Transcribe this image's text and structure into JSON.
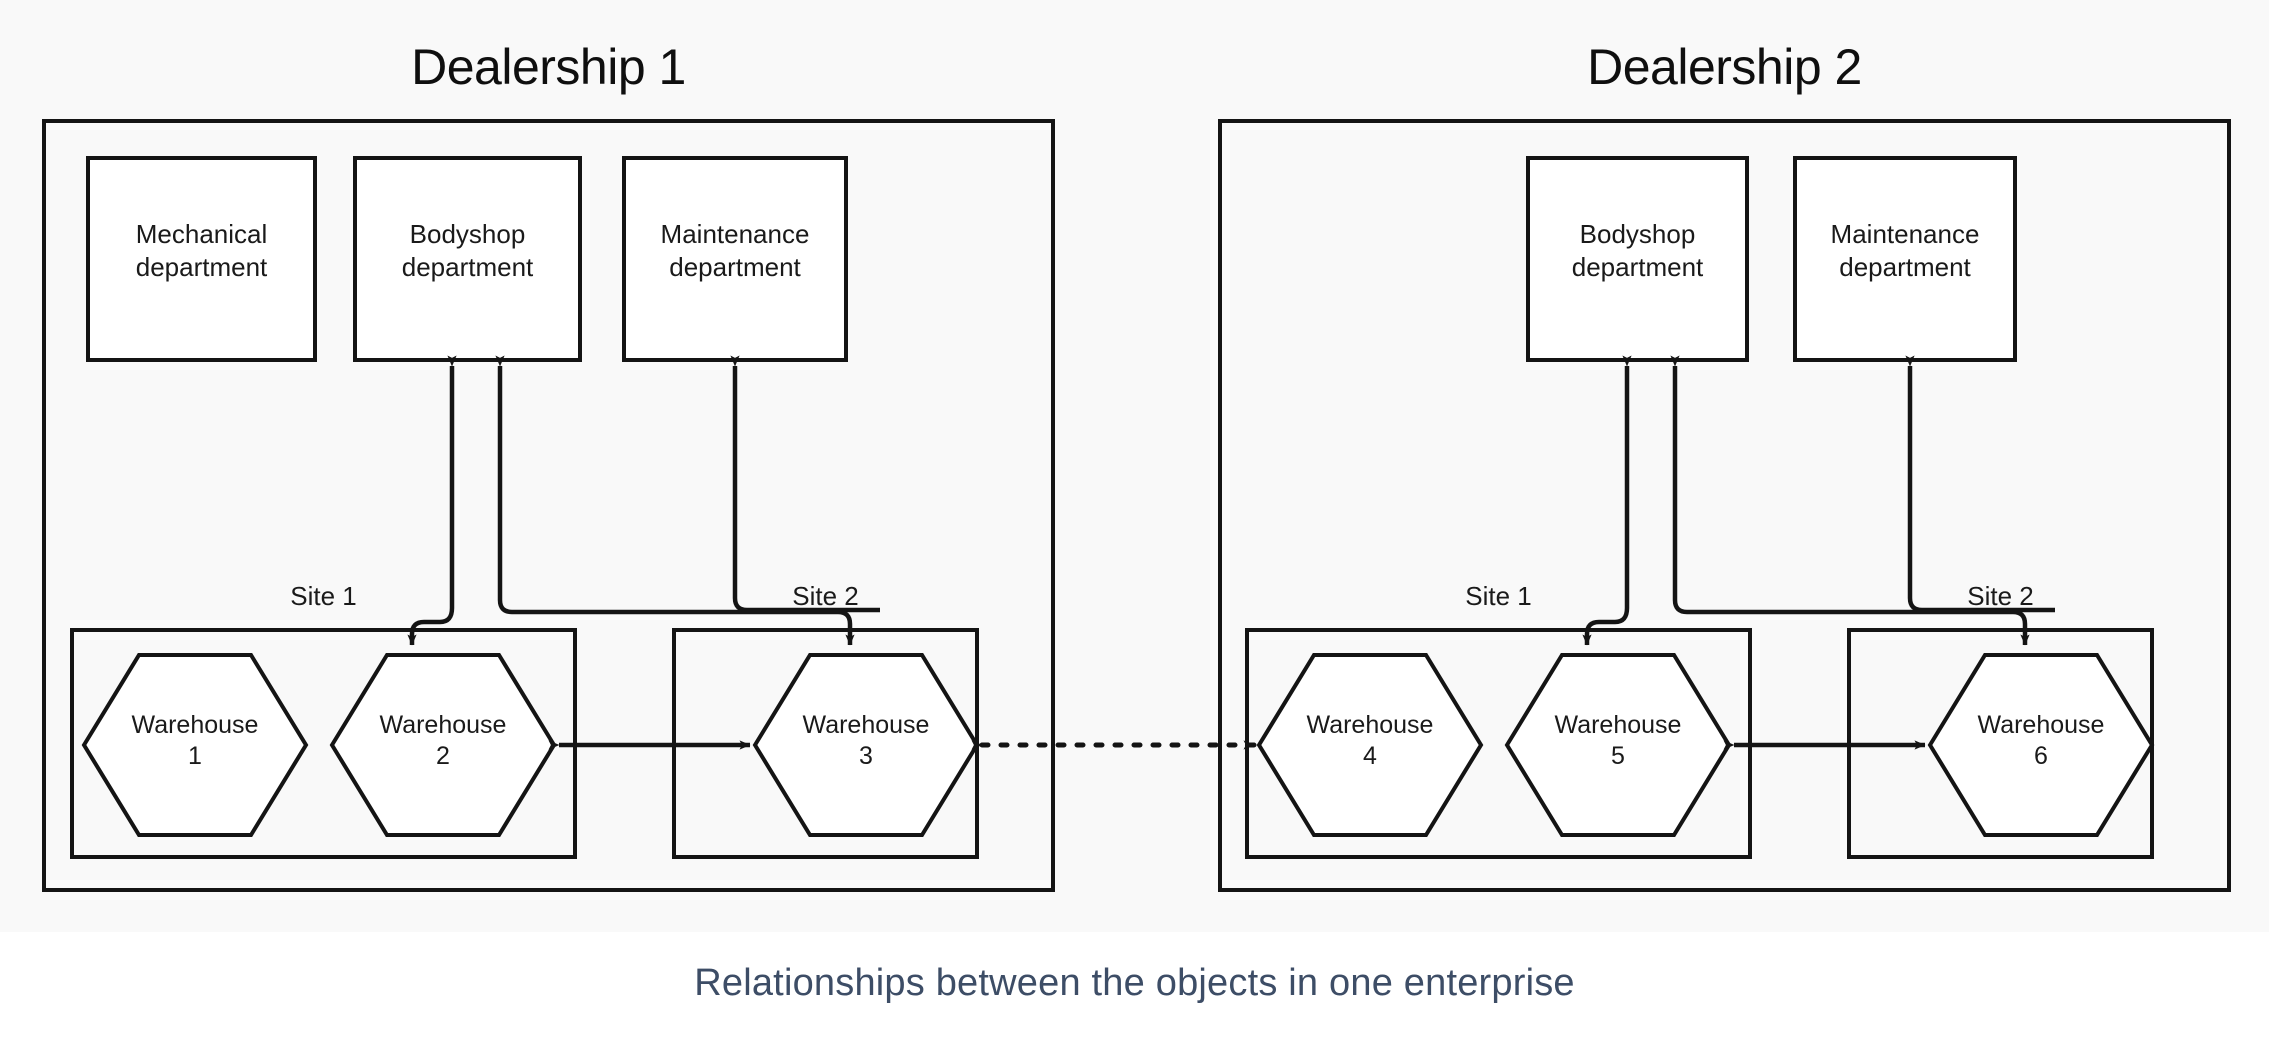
{
  "caption": "Relationships between the objects in one enterprise",
  "caption_color": "#3d4d66",
  "stroke_color": "#141414",
  "canvas_bg": "#f9f9f9",
  "page_bg": "#ffffff",
  "dealerships": [
    {
      "title": "Dealership 1",
      "departments": [
        {
          "name": "Mechanical department",
          "line1": "Mechanical",
          "line2": "department"
        },
        {
          "name": "Bodyshop department",
          "line1": "Bodyshop",
          "line2": "department"
        },
        {
          "name": "Maintenance department",
          "line1": "Maintenance",
          "line2": "department"
        }
      ],
      "sites": [
        {
          "label": "Site 1",
          "warehouses": [
            {
              "line1": "Warehouse",
              "line2": "1",
              "name": "Warehouse 1"
            },
            {
              "line1": "Warehouse",
              "line2": "2",
              "name": "Warehouse 2"
            }
          ]
        },
        {
          "label": "Site 2",
          "warehouses": [
            {
              "line1": "Warehouse",
              "line2": "3",
              "name": "Warehouse 3"
            }
          ]
        }
      ]
    },
    {
      "title": "Dealership 2",
      "departments": [
        {
          "name": "Bodyshop department",
          "line1": "Bodyshop",
          "line2": "department"
        },
        {
          "name": "Maintenance department",
          "line1": "Maintenance",
          "line2": "department"
        }
      ],
      "sites": [
        {
          "label": "Site 1",
          "warehouses": [
            {
              "line1": "Warehouse",
              "line2": "4",
              "name": "Warehouse 4"
            },
            {
              "line1": "Warehouse",
              "line2": "5",
              "name": "Warehouse 5"
            }
          ]
        },
        {
          "label": "Site 2",
          "warehouses": [
            {
              "line1": "Warehouse",
              "line2": "6",
              "name": "Warehouse 6"
            }
          ]
        }
      ]
    }
  ],
  "connections": [
    {
      "from": "Warehouse 2",
      "to": "Bodyshop department 1",
      "style": "solid",
      "direction": "one-way"
    },
    {
      "from": "Warehouse 3",
      "to": "Bodyshop department 1",
      "style": "solid",
      "direction": "one-way"
    },
    {
      "from": "Warehouse 3",
      "to": "Maintenance department 1",
      "style": "solid",
      "direction": "one-way"
    },
    {
      "from": "Warehouse 2",
      "to": "Warehouse 3",
      "style": "solid",
      "direction": "two-way"
    },
    {
      "from": "Warehouse 3",
      "to": "Warehouse 4",
      "style": "dotted",
      "direction": "two-way"
    },
    {
      "from": "Warehouse 5",
      "to": "Bodyshop department 2",
      "style": "solid",
      "direction": "one-way"
    },
    {
      "from": "Warehouse 6",
      "to": "Bodyshop department 2",
      "style": "solid",
      "direction": "one-way"
    },
    {
      "from": "Warehouse 6",
      "to": "Maintenance department 2",
      "style": "solid",
      "direction": "one-way"
    },
    {
      "from": "Warehouse 5",
      "to": "Warehouse 6",
      "style": "solid",
      "direction": "two-way"
    }
  ]
}
